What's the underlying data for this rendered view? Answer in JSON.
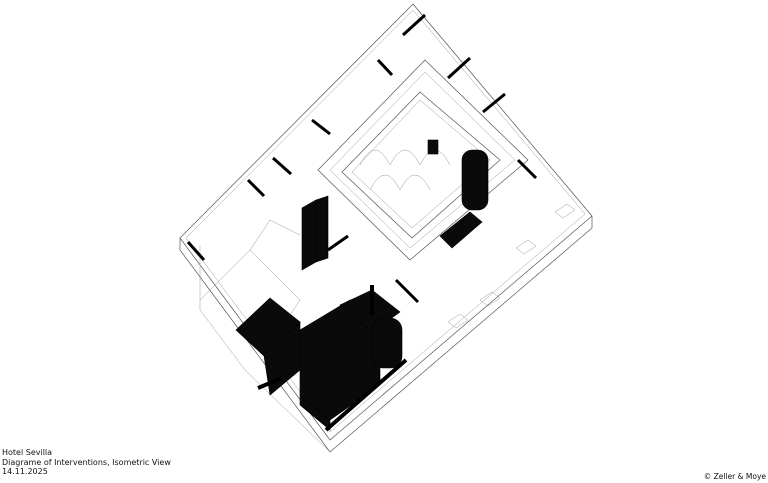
{
  "caption": {
    "title": "Hotel Sevilla",
    "subtitle": "Diagrame of Interventions, Isometric View",
    "date": "14.11.2025"
  },
  "copyright": "© Zeller & Moye"
}
